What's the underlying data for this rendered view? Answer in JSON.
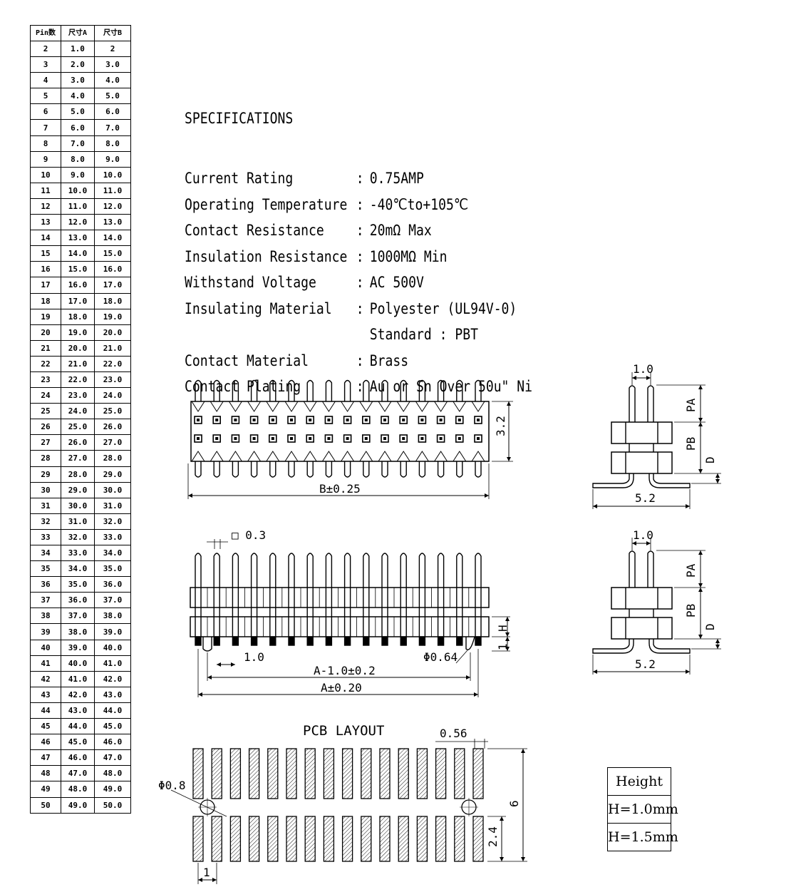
{
  "pin_table": {
    "headers": [
      "Pin数",
      "尺寸A",
      "尺寸B"
    ],
    "rows": [
      [
        "2",
        "1.0",
        "2"
      ],
      [
        "3",
        "2.0",
        "3.0"
      ],
      [
        "4",
        "3.0",
        "4.0"
      ],
      [
        "5",
        "4.0",
        "5.0"
      ],
      [
        "6",
        "5.0",
        "6.0"
      ],
      [
        "7",
        "6.0",
        "7.0"
      ],
      [
        "8",
        "7.0",
        "8.0"
      ],
      [
        "9",
        "8.0",
        "9.0"
      ],
      [
        "10",
        "9.0",
        "10.0"
      ],
      [
        "11",
        "10.0",
        "11.0"
      ],
      [
        "12",
        "11.0",
        "12.0"
      ],
      [
        "13",
        "12.0",
        "13.0"
      ],
      [
        "14",
        "13.0",
        "14.0"
      ],
      [
        "15",
        "14.0",
        "15.0"
      ],
      [
        "16",
        "15.0",
        "16.0"
      ],
      [
        "17",
        "16.0",
        "17.0"
      ],
      [
        "18",
        "17.0",
        "18.0"
      ],
      [
        "19",
        "18.0",
        "19.0"
      ],
      [
        "20",
        "19.0",
        "20.0"
      ],
      [
        "21",
        "20.0",
        "21.0"
      ],
      [
        "22",
        "21.0",
        "22.0"
      ],
      [
        "23",
        "22.0",
        "23.0"
      ],
      [
        "24",
        "23.0",
        "24.0"
      ],
      [
        "25",
        "24.0",
        "25.0"
      ],
      [
        "26",
        "25.0",
        "26.0"
      ],
      [
        "27",
        "26.0",
        "27.0"
      ],
      [
        "28",
        "27.0",
        "28.0"
      ],
      [
        "29",
        "28.0",
        "29.0"
      ],
      [
        "30",
        "29.0",
        "30.0"
      ],
      [
        "31",
        "30.0",
        "31.0"
      ],
      [
        "32",
        "31.0",
        "32.0"
      ],
      [
        "33",
        "32.0",
        "33.0"
      ],
      [
        "34",
        "33.0",
        "34.0"
      ],
      [
        "35",
        "34.0",
        "35.0"
      ],
      [
        "36",
        "35.0",
        "36.0"
      ],
      [
        "37",
        "36.0",
        "37.0"
      ],
      [
        "38",
        "37.0",
        "38.0"
      ],
      [
        "39",
        "38.0",
        "39.0"
      ],
      [
        "40",
        "39.0",
        "40.0"
      ],
      [
        "41",
        "40.0",
        "41.0"
      ],
      [
        "42",
        "41.0",
        "42.0"
      ],
      [
        "43",
        "42.0",
        "43.0"
      ],
      [
        "44",
        "43.0",
        "44.0"
      ],
      [
        "45",
        "44.0",
        "45.0"
      ],
      [
        "46",
        "45.0",
        "46.0"
      ],
      [
        "47",
        "46.0",
        "47.0"
      ],
      [
        "48",
        "47.0",
        "48.0"
      ],
      [
        "49",
        "48.0",
        "49.0"
      ],
      [
        "50",
        "49.0",
        "50.0"
      ]
    ]
  },
  "specifications": {
    "title": "SPECIFICATIONS",
    "items": [
      {
        "label": "Current Rating",
        "value": "0.75AMP"
      },
      {
        "label": "Operating Temperature",
        "value": "-40℃to+105℃"
      },
      {
        "label": "Contact Resistance",
        "value": "20mΩ Max"
      },
      {
        "label": "Insulation Resistance",
        "value": "1000MΩ Min"
      },
      {
        "label": "Withstand Voltage",
        "value": "AC 500V"
      },
      {
        "label": "Insulating Material",
        "value": "Polyester (UL94V-0)"
      },
      {
        "label": "",
        "value": "Standard : PBT"
      },
      {
        "label": "Contact Material",
        "value": "Brass"
      },
      {
        "label": "Contact Plating",
        "value": "Au or Sn Over 50u\" Ni"
      }
    ]
  },
  "drawing_labels": {
    "top_width": "B±0.25",
    "top_height": "3.2",
    "side_pitch": "1.0",
    "side_pa": "PA",
    "side_pb": "PB",
    "side_d": "D",
    "side_width": "5.2",
    "pin_square": "□ 0.3",
    "front_pitch": "1.0",
    "front_h": "H",
    "front_one": "1",
    "front_dia": "Φ0.64",
    "front_a_minus": "A-1.0±0.2",
    "front_a": "A±0.20",
    "pcb_title": "PCB  LAYOUT",
    "pcb_pad_width": "0.56",
    "pcb_hole": "Φ0.8",
    "pcb_height": "6",
    "pcb_row_gap": "2.4",
    "pcb_pitch": "1"
  },
  "height_table": {
    "header": "Height",
    "options": [
      "H=1.0mm",
      "H=1.5mm"
    ]
  }
}
